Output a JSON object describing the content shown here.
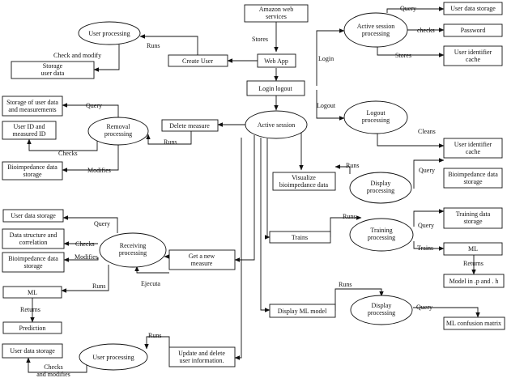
{
  "nodes": {
    "aws": [
      "Amazon web",
      "services"
    ],
    "web_app": [
      "Web App"
    ],
    "create_user": [
      "Create User"
    ],
    "login_logout": [
      "Login logout"
    ],
    "active_session": [
      "Active session"
    ],
    "delete_measure": [
      "Delete measure"
    ],
    "visualize_bio": [
      "Visualize",
      "bioimpedance data"
    ],
    "trains_box": [
      "Trains"
    ],
    "get_new_measure": [
      "Get a new",
      "measure"
    ],
    "display_ml_model": [
      "Display ML model"
    ],
    "update_delete": [
      "Update and delete",
      "user information."
    ],
    "user_proc_top": [
      "User processing"
    ],
    "storage_user_data": [
      "Storage",
      "user data"
    ],
    "active_session_proc": [
      "Active session",
      "processing"
    ],
    "user_data_storage_tr": [
      "User data storage"
    ],
    "password": [
      "Password"
    ],
    "uid_cache_top": [
      "User identifier",
      "cache"
    ],
    "logout_proc": [
      "Logout",
      "processing"
    ],
    "uid_cache_2": [
      "User identifier",
      "cache"
    ],
    "removal_proc": [
      "Removal",
      "processing"
    ],
    "storage_measurements": [
      "Storage of user data",
      "and measurements"
    ],
    "uid_measured": [
      "User ID and",
      "measured ID"
    ],
    "bio_storage_left1": [
      "Bioimpedance data",
      "storage"
    ],
    "display_proc_1": [
      "Display",
      "processing"
    ],
    "bio_storage_right": [
      "Bioimpedance data",
      "storage"
    ],
    "training_proc": [
      "Training",
      "processing"
    ],
    "training_data_storage": [
      "Training data",
      "storage"
    ],
    "ml_right": [
      "ML"
    ],
    "model_files": [
      "Model in .p and . h"
    ],
    "receiving_proc": [
      "Receiving",
      "processing"
    ],
    "user_data_storage_l2": [
      "User data storage"
    ],
    "data_structure": [
      "Data structure and",
      "correlation"
    ],
    "bio_storage_left2": [
      "Bioimpedance data",
      "storage"
    ],
    "ml_left": [
      "ML"
    ],
    "prediction": [
      "Prediction"
    ],
    "display_proc_2": [
      "Display",
      "processing"
    ],
    "ml_confusion": [
      "ML confusion matrix"
    ],
    "user_data_storage_l3": [
      "User data storage"
    ],
    "user_proc_bottom": [
      "User processing"
    ]
  },
  "edge_labels": {
    "stores_aws": "Stores",
    "runs_create_user": "Runs",
    "check_modify": "Check and modify",
    "login": "Login",
    "query_top": "Query",
    "checks_password": "checks",
    "stores_cache": "Stores",
    "logout": "Logout",
    "cleans": "Cleans",
    "query_removal": "Query",
    "checks_removal": "Checks",
    "modifies_removal": "Modifies",
    "runs_delete": "Runs",
    "runs_visualize": "Runs",
    "query_display1": "Query",
    "runs_trains": "Runs",
    "query_training": "Query",
    "trains_ml": "Trains",
    "returns_ml_right": "Returns",
    "query_receiving": "Query",
    "checks_receiving": "Checks",
    "modifies_receiving": "Modifies",
    "runs_ml_left": "Runs",
    "ejecuta": "Ejecuta",
    "returns_ml_left": "Returns",
    "runs_display_ml": "Runs",
    "query_display2": "Query",
    "runs_update": "Runs",
    "checks_and_modifies": [
      "Checks",
      "and modifies"
    ]
  }
}
